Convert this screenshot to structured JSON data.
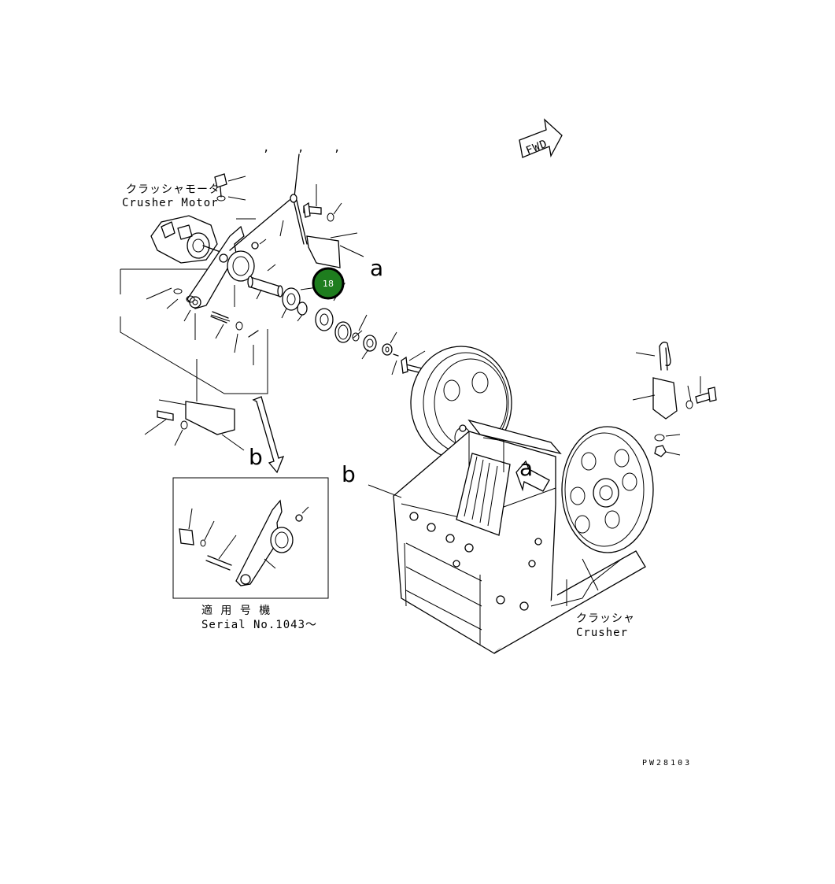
{
  "labels": {
    "crusher_motor_jp": "クラッシャモータ",
    "crusher_motor_en": "Crusher Motor",
    "crusher_jp": "クラッシャ",
    "crusher_en": "Crusher",
    "serial_jp": "適 用 号 機",
    "serial_en": "Serial No.1043〜",
    "fwd": "FWD",
    "ref_a_1": "a",
    "ref_a_2": "a",
    "ref_b_1": "b",
    "ref_b_2": "b",
    "drawing_code": "PW28103",
    "top_comma_1": ",",
    "top_comma_2": ",",
    "top_comma_3": ","
  },
  "marker": {
    "number": "18",
    "color": "#1e7d1e"
  }
}
